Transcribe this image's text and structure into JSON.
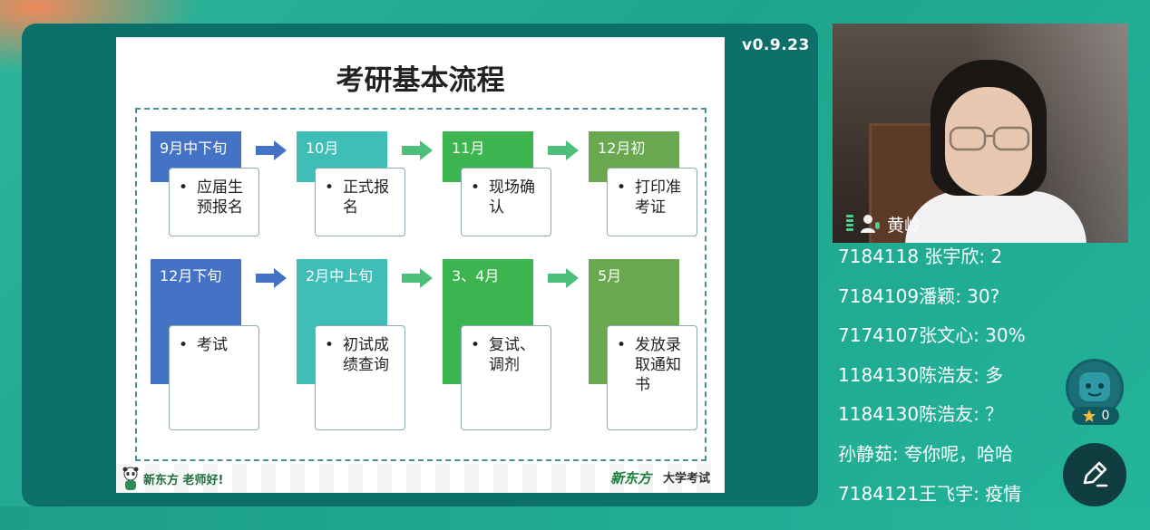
{
  "version": "v0.9.23",
  "slide": {
    "title": "考研基本流程",
    "rows": [
      [
        {
          "period": "9月中下旬",
          "text": "应届生预报名",
          "color": "#4472c4"
        },
        {
          "period": "10月",
          "text": "正式报名",
          "color": "#3fbdb7"
        },
        {
          "period": "11月",
          "text": "现场确认",
          "color": "#3cb44f"
        },
        {
          "period": "12月初",
          "text": "打印准考证",
          "color": "#6aa84f"
        }
      ],
      [
        {
          "period": "12月下旬",
          "text": "考试",
          "color": "#4472c4"
        },
        {
          "period": "2月中上旬",
          "text": "初试成绩查询",
          "color": "#3fbdb7"
        },
        {
          "period": "3、4月",
          "text": "复试、调剂",
          "color": "#3cb44f"
        },
        {
          "period": "5月",
          "text": "发放录取通知书",
          "color": "#6aa84f"
        }
      ]
    ],
    "footer_left": "新东方 老师好!",
    "footer_logo": "新东方",
    "footer_right": "大学考试"
  },
  "video": {
    "name": "黄岭"
  },
  "chat": [
    "7184118 张宇欣: 2",
    "7184109潘颖: 30?",
    "7174107张文心: 30%",
    "1184130陈浩友: 多",
    "1184130陈浩友: ？",
    "孙静茹: 夸你呢，哈哈",
    "7184121王飞宇: 疫情"
  ],
  "bot": {
    "star_count": "0"
  },
  "colors": {
    "background": "#22b49a",
    "stage": "#0d6f69",
    "arrow_blue": "#4472c4",
    "arrow_green": "#4cc07a"
  }
}
